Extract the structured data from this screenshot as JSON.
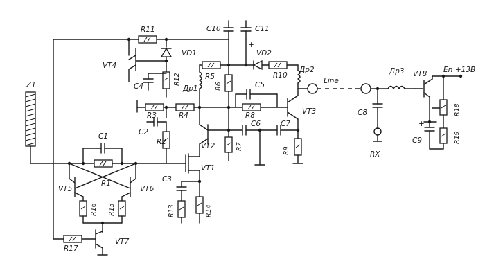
{
  "labels": {
    "z1": "Z1",
    "r11": "R11",
    "c10": "C10",
    "c11": "C11",
    "plus_c11": "+",
    "vd1": "VD1",
    "vd2": "VD2",
    "vt4": "VT4",
    "r12": "R12",
    "c4": "C4",
    "r5": "R5",
    "r6": "R6",
    "r10": "R10",
    "dr1": "Др1",
    "dr2": "Др2",
    "c5": "C5",
    "r3": "R3",
    "r4": "R4",
    "r8": "R8",
    "vt3": "VT3",
    "c2": "C2",
    "r2": "R2",
    "c6": "C6",
    "c7": "C7",
    "vt2": "VT2",
    "r7": "R7",
    "r9": "R9",
    "c1": "C1",
    "r1": "R1",
    "vt1": "VT1",
    "vt5": "VT5",
    "vt6": "VT6",
    "r16": "R16",
    "r15": "R15",
    "c3": "C3",
    "r13": "R13",
    "r14": "R14",
    "r17": "R17",
    "vt7": "VT7",
    "line": "Line",
    "c8": "C8",
    "rx": "RX",
    "dr3": "Др3",
    "vt8": "VT8",
    "epit": "Eп +13В",
    "r18": "R18",
    "r19": "R19",
    "c9": "C9",
    "plus_c9": "+"
  }
}
